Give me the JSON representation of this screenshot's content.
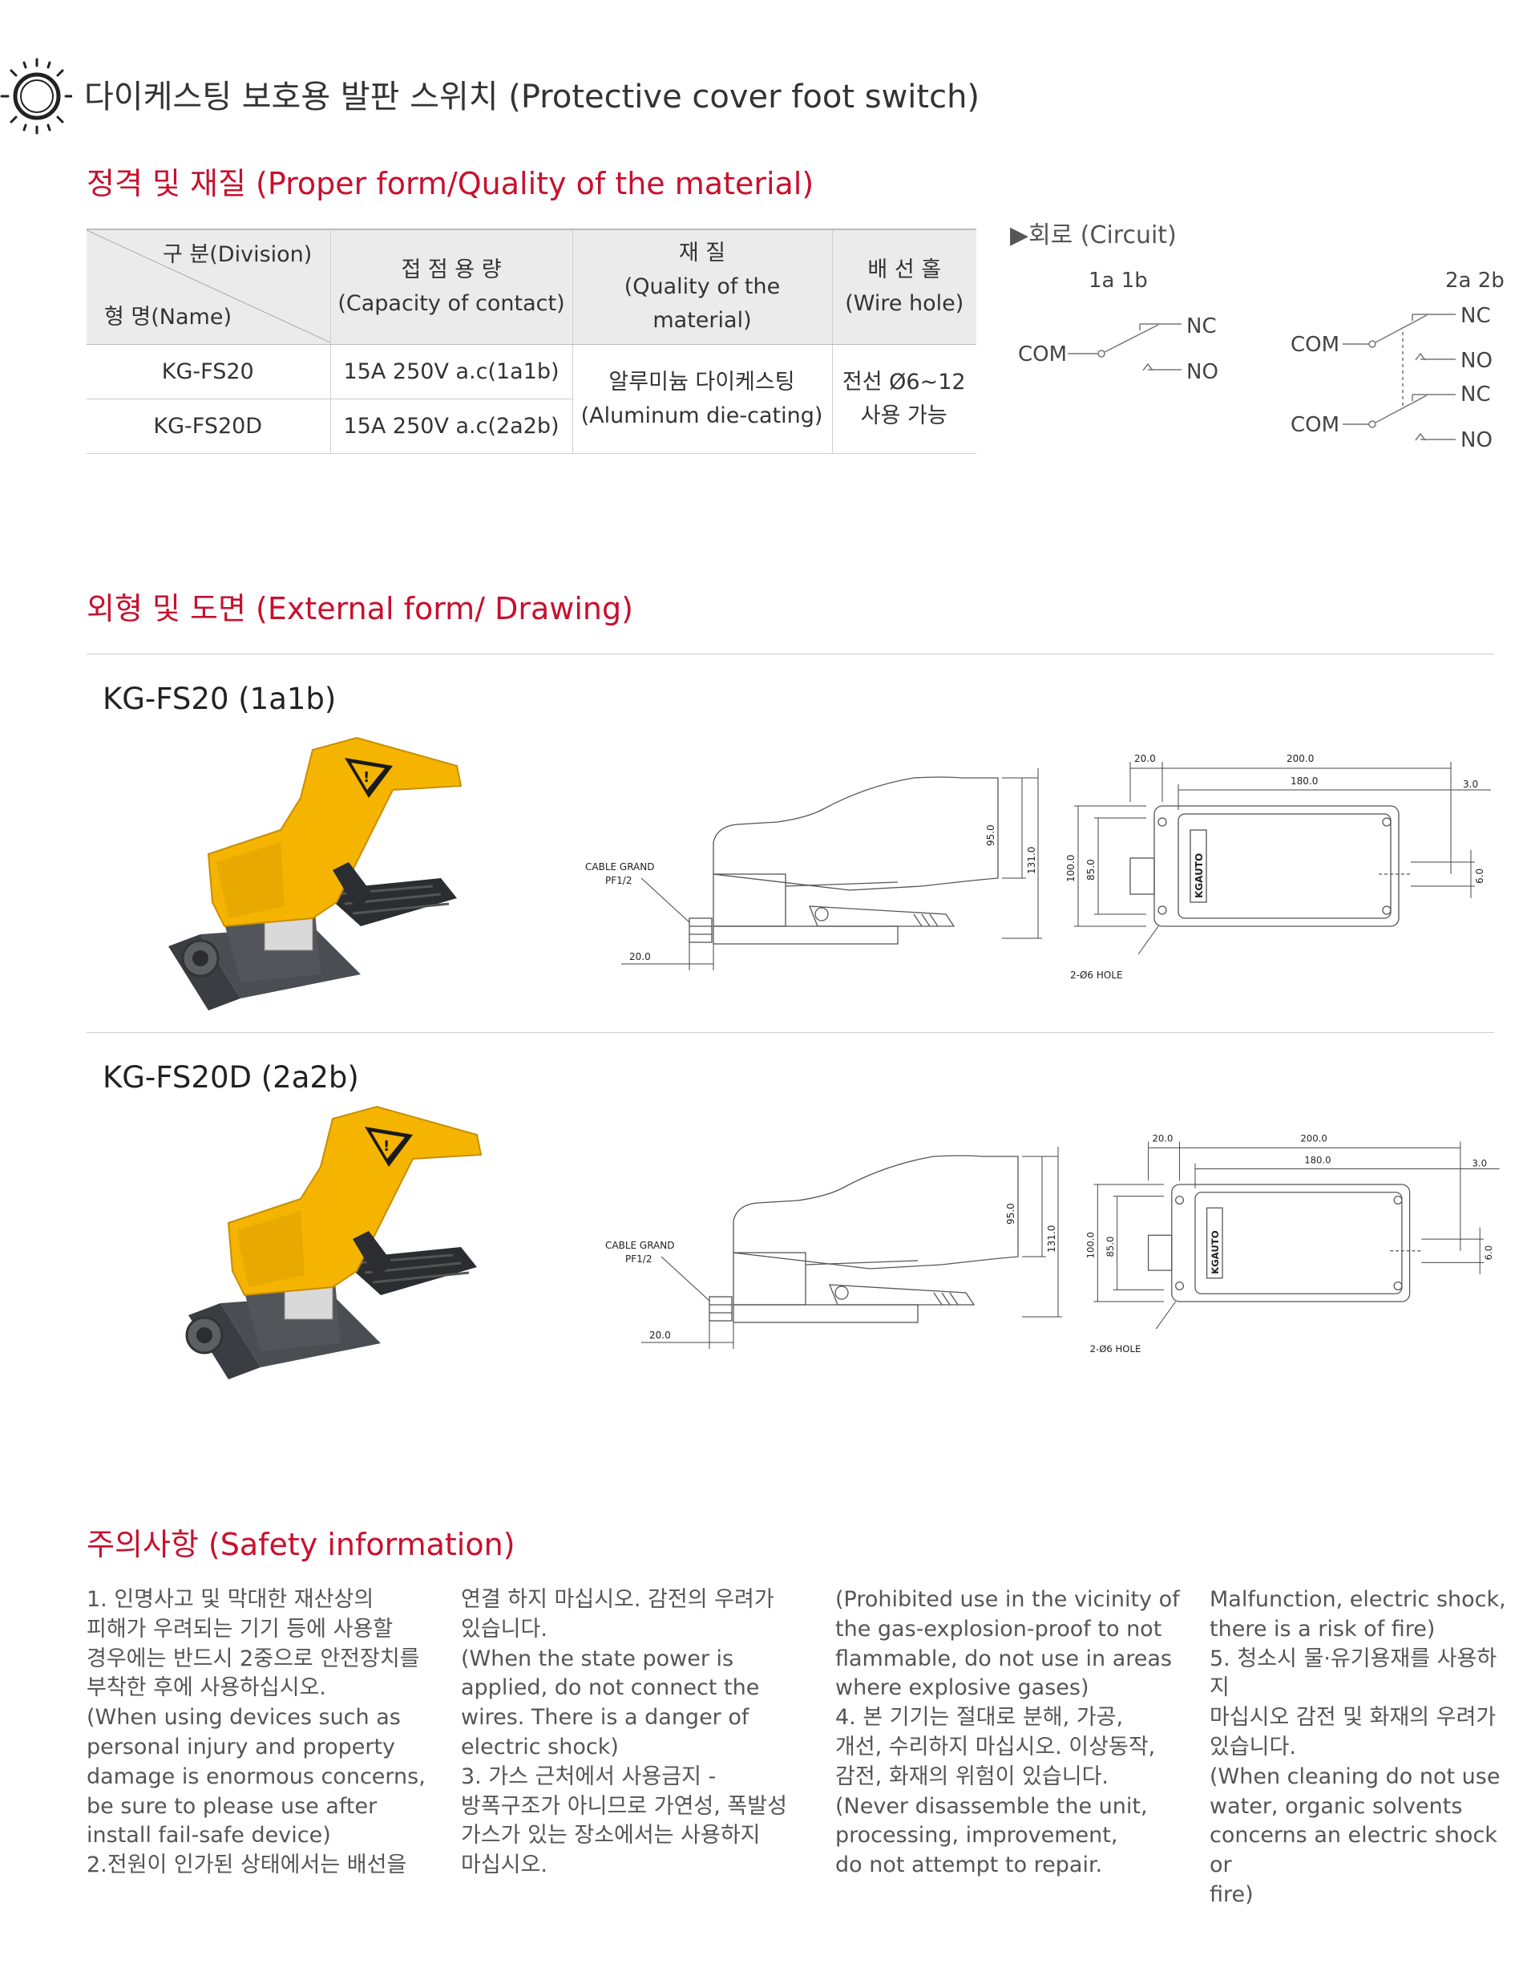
{
  "header": {
    "title": "다이케스팅 보호용 발판 스위치 (Protective cover foot switch)"
  },
  "spec_section": {
    "heading": "정격 및 재질 (Proper form/Quality of the material)",
    "table": {
      "division_label": "구 분(Division)",
      "name_label": "형 명(Name)",
      "capacity_ko": "접 점 용 량",
      "capacity_en": "(Capacity of contact)",
      "material_ko": "재 질",
      "material_en": "(Quality of the material)",
      "wire_ko": "배 선 홀",
      "wire_en": "(Wire hole)",
      "rows": [
        {
          "name": "KG-FS20",
          "capacity": "15A 250V a.c(1a1b)"
        },
        {
          "name": "KG-FS20D",
          "capacity": "15A 250V a.c(2a2b)"
        }
      ],
      "material_value_ko": "알루미늄 다이케스팅",
      "material_value_en": "(Aluminum die-cating)",
      "wire_value_1": "전선 Ø6~12",
      "wire_value_2": "사용 가능"
    }
  },
  "circuit": {
    "heading": "▶회로 (Circuit)",
    "d1": {
      "title": "1a 1b",
      "com": "COM",
      "nc": "NC",
      "no": "NO"
    },
    "d2": {
      "title": "2a 2b",
      "com1": "COM",
      "nc1": "NC",
      "no1": "NO",
      "com2": "COM",
      "nc2": "NC",
      "no2": "NO"
    }
  },
  "drawing_section": {
    "heading": "외형 및 도면 (External form/ Drawing)",
    "models": [
      {
        "name": "KG-FS20 (1a1b)"
      },
      {
        "name": "KG-FS20D (2a2b)"
      }
    ],
    "dims": {
      "cable_grand": "CABLE GRAND",
      "pf": "PF1/2",
      "d20": "20.0",
      "d95": "95.0",
      "d131": "131.0",
      "d200": "200.0",
      "d180": "180.0",
      "d3": "3.0",
      "d100": "100.0",
      "d85": "85.0",
      "d6": "6.0",
      "hole": "2-Ø6   HOLE",
      "brand": "KGAUTO"
    }
  },
  "safety": {
    "heading": "주의사항 (Safety information)",
    "col1": "1. 인명사고 및 막대한 재산상의\n피해가 우려되는 기기 등에 사용할\n경우에는 반드시 2중으로 안전장치를\n부착한 후에 사용하십시오.\n(When using devices such as\npersonal injury and property\ndamage is enormous concerns,\nbe sure to please use after\ninstall fail-safe device)\n2.전원이 인가된 상태에서는 배선을",
    "col2": "연결 하지 마십시오. 감전의 우려가\n있습니다.\n(When the state power is\napplied, do not connect the\nwires. There is a danger of\nelectric shock)\n3. 가스 근처에서 사용금지 -\n방폭구조가 아니므로 가연성, 폭발성\n가스가 있는 장소에서는 사용하지\n마십시오.",
    "col3": "(Prohibited use in the vicinity of\nthe gas-explosion-proof to not\nflammable, do not use in areas\nwhere explosive gases)\n4. 본 기기는 절대로 분해, 가공,\n개선, 수리하지 마십시오. 이상동작,\n감전, 화재의 위험이 있습니다.\n(Never disassemble the unit,\nprocessing, improvement,\ndo not attempt to repair.",
    "col4": "Malfunction, electric shock,\nthere is a risk of fire)\n5. 청소시 물·유기용재를 사용하지\n마십시오 감전 및 화재의 우려가\n있습니다.\n(When cleaning do not use\nwater, organic solvents\nconcerns an electric shock or\nfire)"
  }
}
